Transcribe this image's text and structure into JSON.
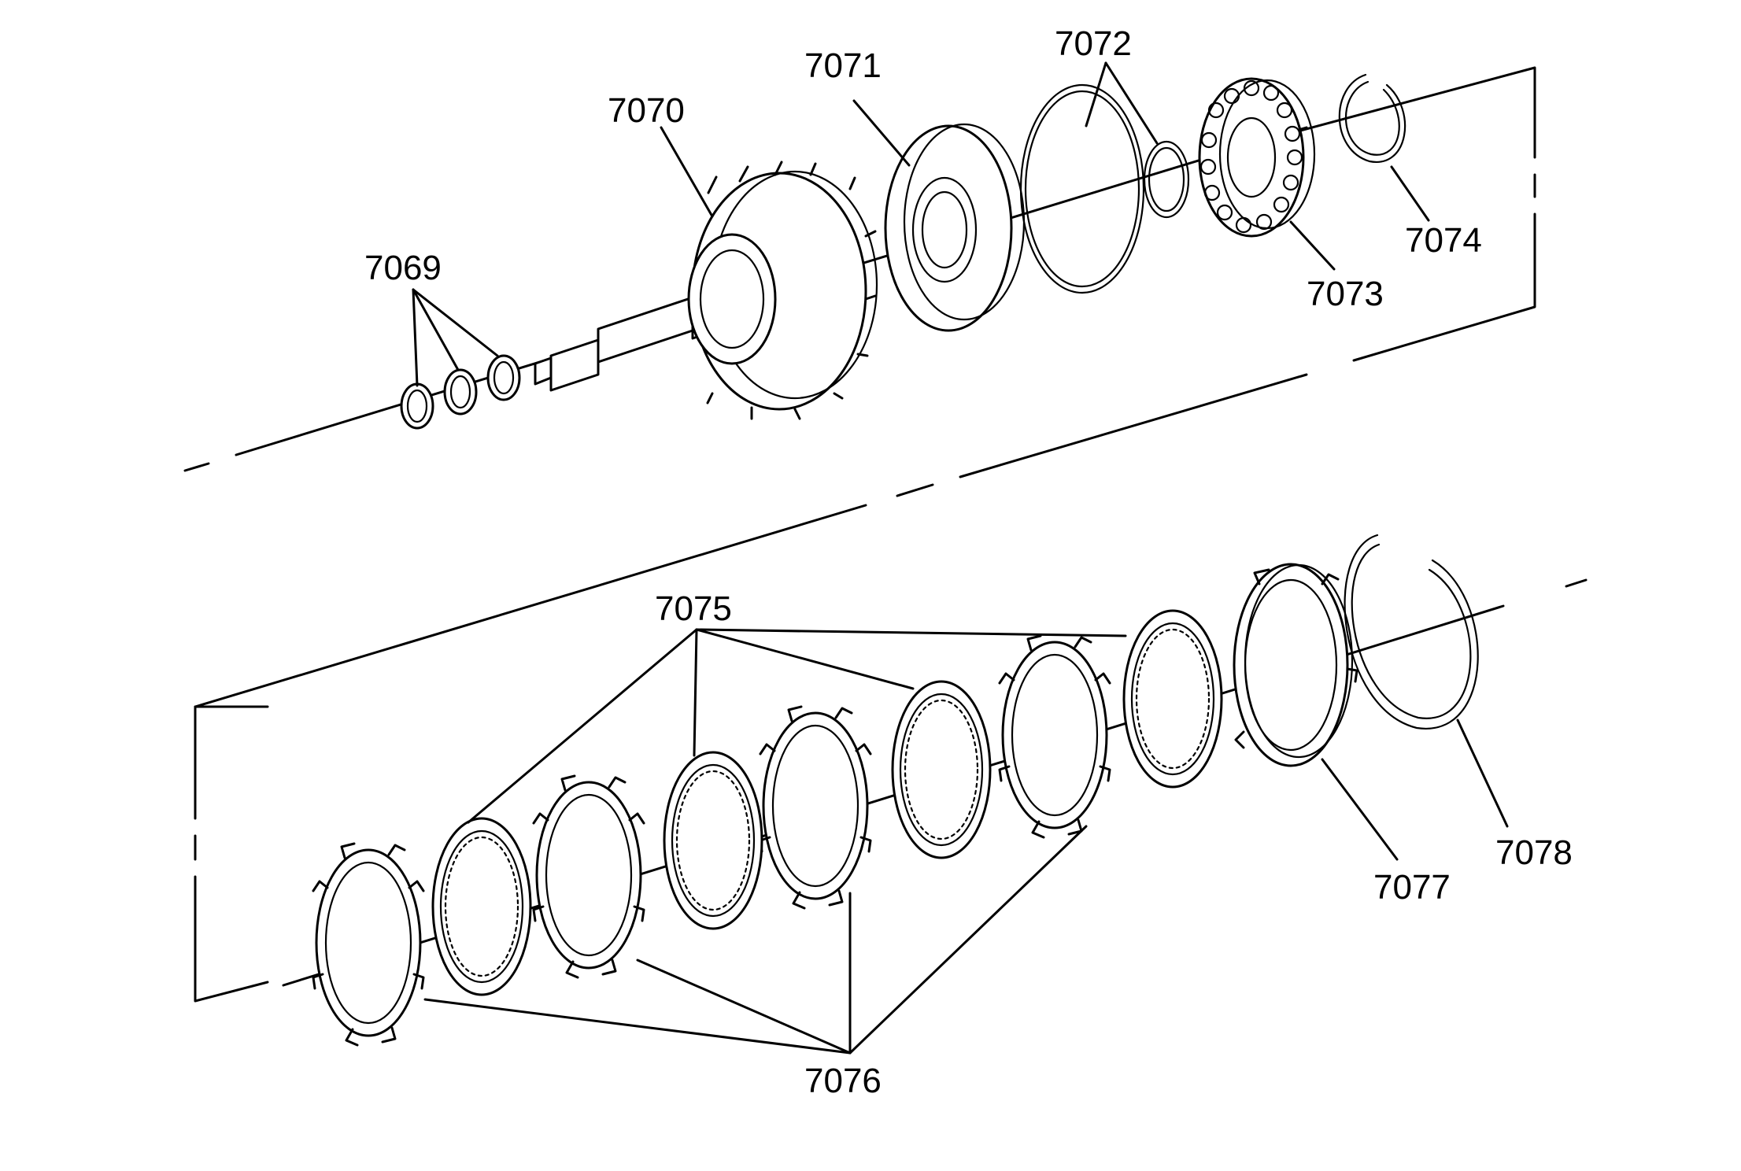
{
  "diagram": {
    "callouts": {
      "p7069": "7069",
      "p7070": "7070",
      "p7071": "7071",
      "p7072": "7072",
      "p7073": "7073",
      "p7074": "7074",
      "p7075": "7075",
      "p7076": "7076",
      "p7077": "7077",
      "p7078": "7078"
    }
  }
}
